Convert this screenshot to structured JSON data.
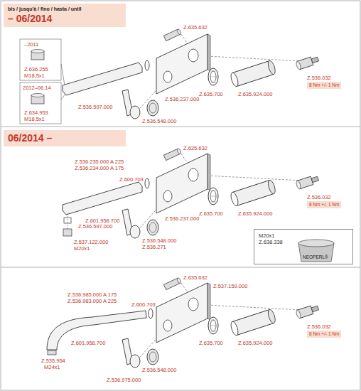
{
  "diagram": {
    "nodes": [
      {
        "text": [
          "bis / jusqu'à / fino / hasta / until",
          "– 06/2014"
        ]
      },
      {
        "text": [
          "8 Nm +/- 1 Nm"
        ]
      },
      {
        "text": [
          "06/2014 –"
        ]
      },
      {
        "text": [
          "8 Nm +/- 1 Nm"
        ]
      },
      {
        "text": [
          "M20x1",
          "Z.638.338",
          "NEOPERL®"
        ]
      },
      {
        "text": [
          "8 Nm +/- 1 Nm"
        ]
      }
    ],
    "labels": [
      "–2011",
      "Z.636.255",
      "M18,5x1",
      "2012–06.14",
      "Z.634.953",
      "M18,5x1",
      "Z.635.632",
      "Z.536.032",
      "Z.635.924.000",
      "Z.635.700",
      "Z.536.237.000",
      "Z.536.597.000",
      "Z.536.548.000",
      "Z.536.235.000 A 225",
      "Z.536.234.000 A 175",
      "Z.635.632",
      "Z.536.032",
      "Z.600.703",
      "Z.635.924.000",
      "Z.601.958.700",
      "Z.635.700",
      "Z.536.237.000",
      "Z.536.597.000",
      "Z.536.548.000",
      "Z.536.271",
      "Z.537.122.000",
      "M20x1",
      "Z.536.985.000 A 175",
      "Z.536.983.000 A 225",
      "Z.635.632",
      "Z.537.159.000",
      "Z.536.032",
      "Z.600.703",
      "Z.635.924.000",
      "Z.601.958.700",
      "Z.635.700",
      "Z.535.954",
      "M24x1",
      "Z.536.548.000",
      "Z.536.975.000"
    ]
  }
}
